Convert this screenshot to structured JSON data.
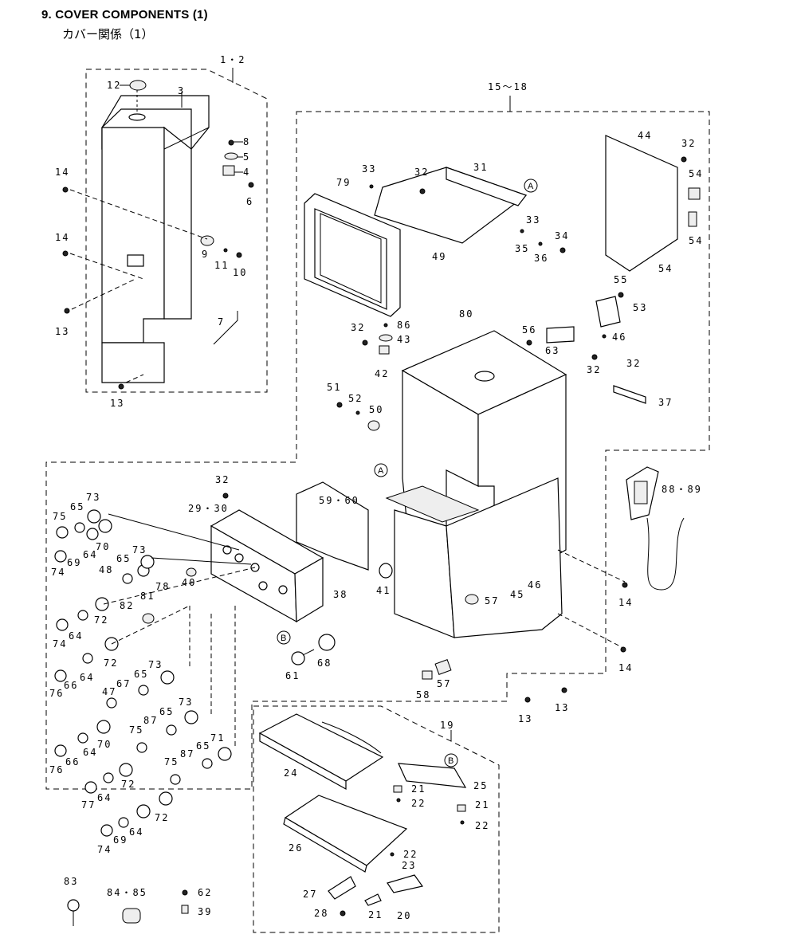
{
  "title": "9.  COVER COMPONENTS (1)",
  "subtitle": "カバー関係（1）",
  "group_labels": {
    "g1": "1・2",
    "g2": "15～18",
    "g3": "19"
  },
  "callouts": {
    "A1": "A",
    "A2": "A",
    "B1": "B",
    "B2": "B"
  },
  "part_labels": [
    "12",
    "3",
    "8",
    "5",
    "4",
    "6",
    "14",
    "14",
    "9",
    "11",
    "10",
    "13",
    "7",
    "13",
    "33",
    "32",
    "31",
    "79",
    "33",
    "34",
    "35",
    "36",
    "49",
    "44",
    "32",
    "54",
    "54",
    "54",
    "55",
    "53",
    "56",
    "63",
    "46",
    "32",
    "86",
    "43",
    "42",
    "80",
    "32",
    "32",
    "37",
    "51",
    "52",
    "50",
    "88・89",
    "32",
    "29・30",
    "59・60",
    "73",
    "75",
    "65",
    "70",
    "74",
    "69",
    "64",
    "73",
    "48",
    "65",
    "40",
    "38",
    "41",
    "45",
    "46",
    "57",
    "14",
    "78",
    "81",
    "82",
    "72",
    "74",
    "64",
    "72",
    "68",
    "61",
    "57",
    "58",
    "14",
    "13",
    "13",
    "73",
    "67",
    "65",
    "76",
    "66",
    "64",
    "47",
    "70",
    "73",
    "87",
    "65",
    "75",
    "76",
    "66",
    "64",
    "71",
    "87",
    "75",
    "65",
    "72",
    "77",
    "64",
    "72",
    "74",
    "69",
    "64",
    "19",
    "24",
    "25",
    "21",
    "22",
    "21",
    "22",
    "26",
    "22",
    "23",
    "27",
    "28",
    "21",
    "20",
    "83",
    "84・85",
    "62",
    "39"
  ]
}
